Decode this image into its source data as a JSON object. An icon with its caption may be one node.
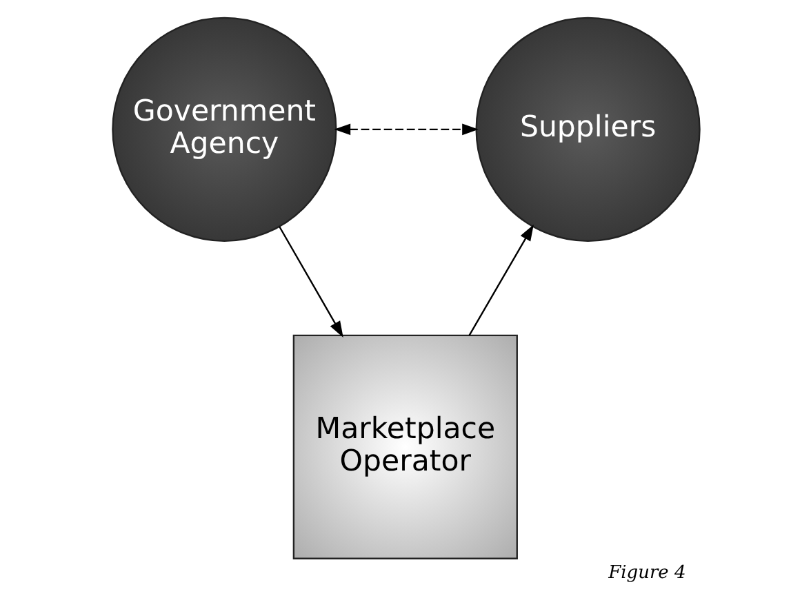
{
  "diagram": {
    "caption": "Figure 4",
    "nodes": [
      {
        "text": [
          "Government Agency"
        ]
      },
      {
        "text": [
          "Suppliers"
        ]
      },
      {
        "text": [
          "Marketplace Operator"
        ]
      }
    ],
    "edges": [
      {
        "from": 0,
        "to": 1,
        "arrow": "both",
        "style": "dashed"
      },
      {
        "from": 0,
        "to": 2,
        "arrow": "to"
      },
      {
        "from": 2,
        "to": 1,
        "arrow": "to"
      }
    ]
  }
}
